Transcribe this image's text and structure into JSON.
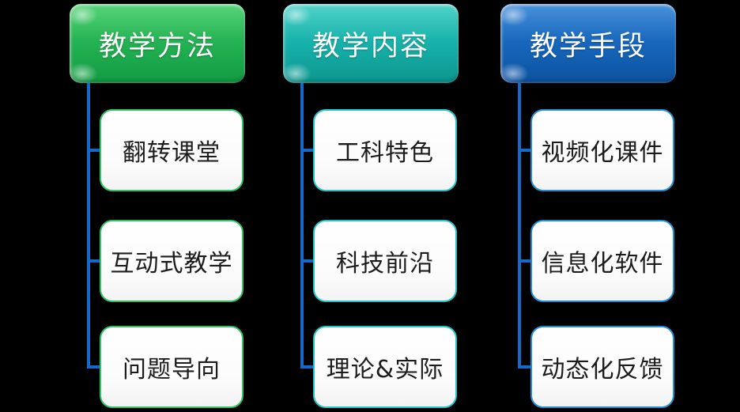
{
  "canvas": {
    "background": "#000000"
  },
  "connector_color": "#1569c8",
  "columns": [
    {
      "id": "teaching-methods",
      "header": "教学方法",
      "colors": {
        "light": "#58d57b",
        "base": "#24b253",
        "dark": "#129b43",
        "border": "#2ec463"
      },
      "items": [
        "翻转课堂",
        "互动式教学",
        "问题导向"
      ]
    },
    {
      "id": "teaching-content",
      "header": "教学内容",
      "colors": {
        "light": "#52d3ca",
        "base": "#17b2ab",
        "dark": "#0d968f",
        "border": "#25c6c9"
      },
      "items": [
        "工科特色",
        "科技前沿",
        "理论&实际"
      ]
    },
    {
      "id": "teaching-means",
      "header": "教学手段",
      "colors": {
        "light": "#4a92db",
        "base": "#1767bd",
        "dark": "#0d52a0",
        "border": "#1f8fd9"
      },
      "items": [
        "视频化课件",
        "信息化软件",
        "动态化反馈"
      ]
    }
  ]
}
